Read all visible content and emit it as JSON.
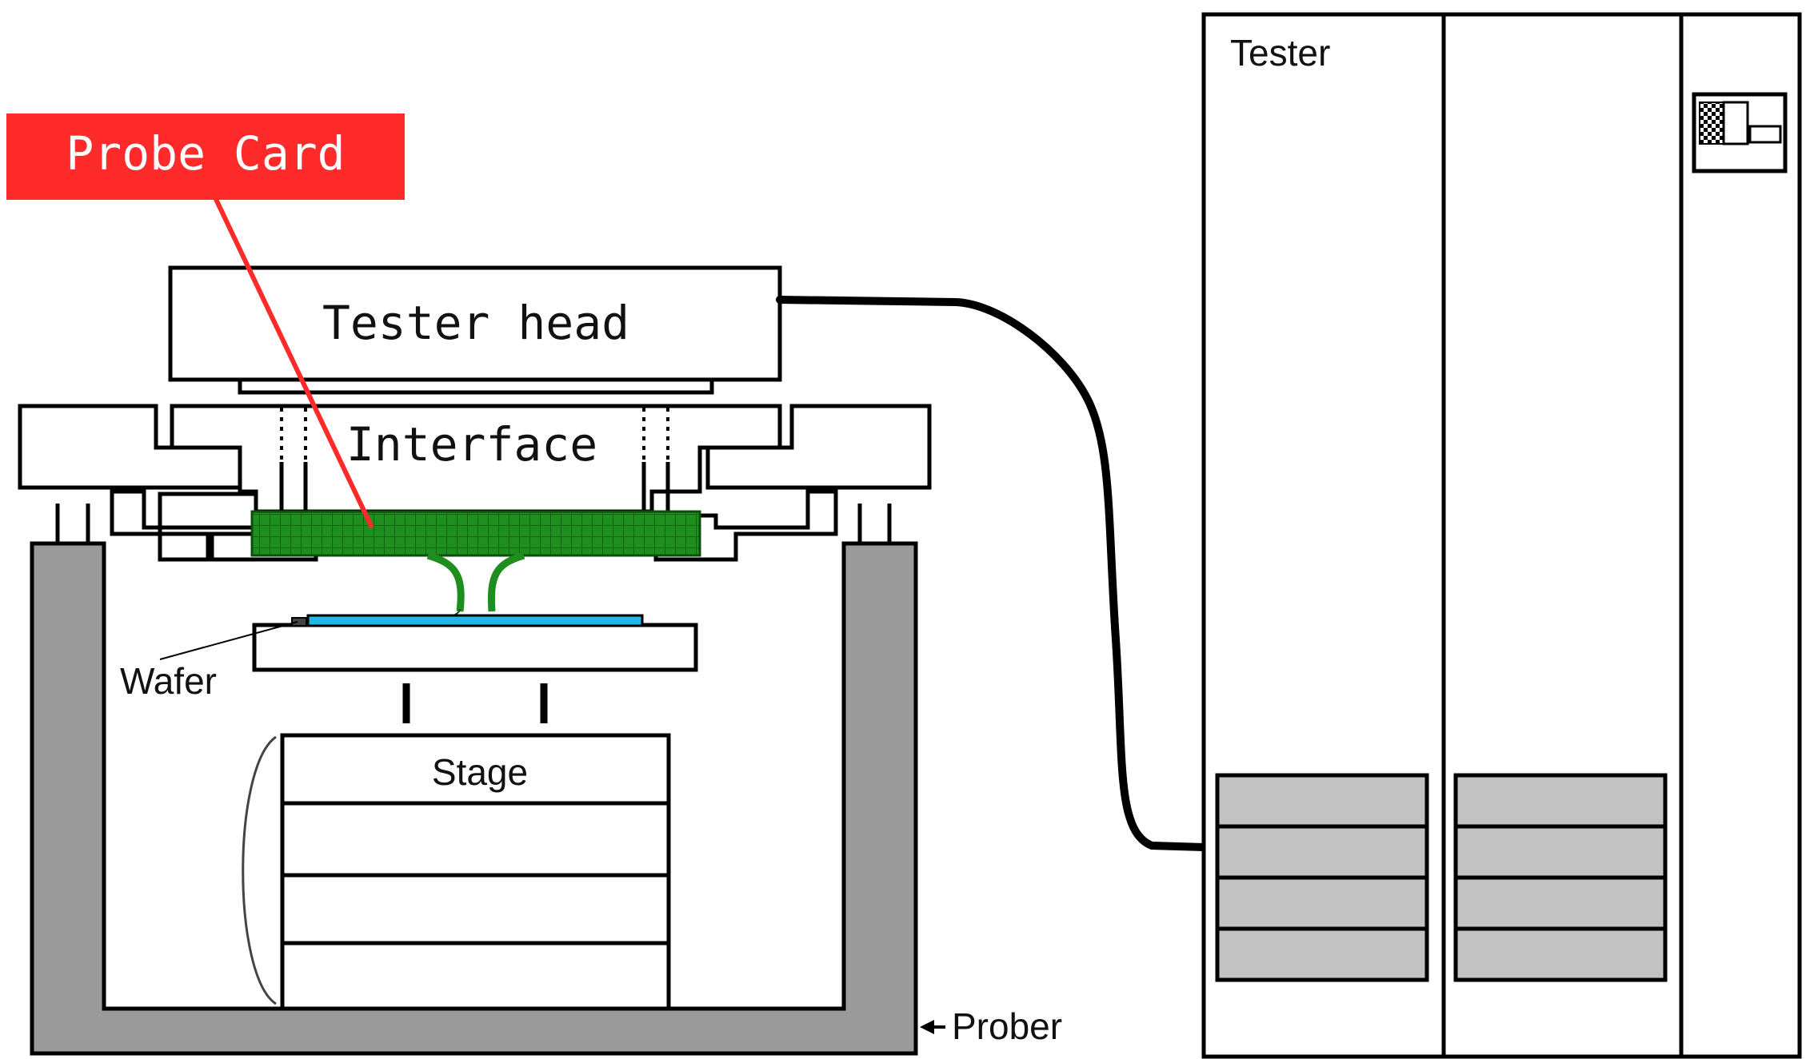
{
  "labels": {
    "probe_card": "Probe Card",
    "tester_head": "Tester head",
    "interface": "Interface",
    "wafer": "Wafer",
    "stage": "Stage",
    "prober": "Prober",
    "tester": "Tester"
  },
  "colors": {
    "callout_red": "#ff2b2b",
    "probe_card_green": "#1e8f1e",
    "wafer_cyan": "#22b5e6",
    "prober_gray": "#9a9a9a",
    "slot_gray": "#c2c2c2",
    "outline": "#000000"
  },
  "icons": {
    "tester_panel": "display-panel-icon",
    "prober_arrow": "arrow-left-icon"
  }
}
